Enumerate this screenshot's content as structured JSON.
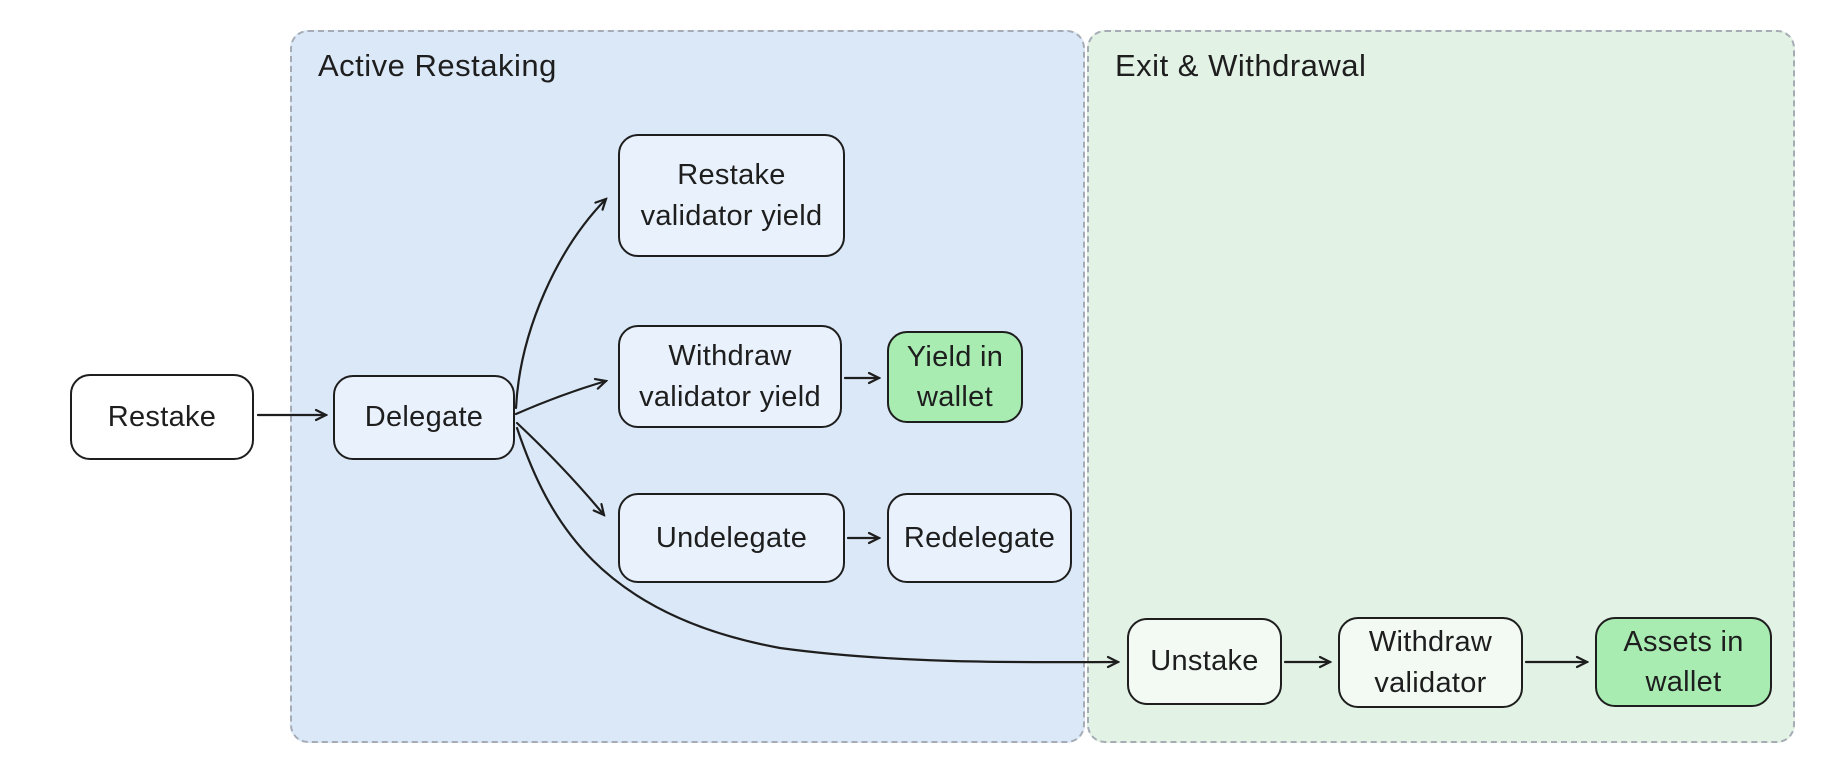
{
  "diagram": {
    "type": "flowchart",
    "regions": [
      {
        "id": "active-restaking",
        "label": "Active Restaking",
        "fill": "#dbe8f7",
        "border_style": "dashed",
        "border_color": "#a6acb5"
      },
      {
        "id": "exit-withdrawal",
        "label": "Exit & Withdrawal",
        "fill": "#e2f2e5",
        "border_style": "dashed",
        "border_color": "#a6acb5"
      }
    ],
    "nodes": {
      "restake": {
        "lines": [
          "Restake"
        ],
        "fill": "#ffffff",
        "region": null
      },
      "delegate": {
        "lines": [
          "Delegate"
        ],
        "fill": "#e9f2fc",
        "region": "active-restaking"
      },
      "restake_validator_yield": {
        "lines": [
          "Restake",
          "validator yield"
        ],
        "fill": "#e9f2fc",
        "region": "active-restaking"
      },
      "withdraw_validator_yield": {
        "lines": [
          "Withdraw",
          "validator yield"
        ],
        "fill": "#e9f2fc",
        "region": "active-restaking"
      },
      "yield_in_wallet": {
        "lines": [
          "Yield in",
          "wallet"
        ],
        "fill": "#a8ecb2",
        "region": "active-restaking"
      },
      "undelegate": {
        "lines": [
          "Undelegate"
        ],
        "fill": "#e9f2fc",
        "region": "active-restaking"
      },
      "redelegate": {
        "lines": [
          "Redelegate"
        ],
        "fill": "#e9f2fc",
        "region": "active-restaking"
      },
      "unstake": {
        "lines": [
          "Unstake"
        ],
        "fill": "#f2faf3",
        "region": "exit-withdrawal"
      },
      "withdraw_validator": {
        "lines": [
          "Withdraw",
          "validator"
        ],
        "fill": "#f2faf3",
        "region": "exit-withdrawal"
      },
      "assets_in_wallet": {
        "lines": [
          "Assets in",
          "wallet"
        ],
        "fill": "#a8ecb2",
        "region": "exit-withdrawal"
      }
    },
    "edges": [
      {
        "from": "restake",
        "to": "delegate"
      },
      {
        "from": "delegate",
        "to": "restake_validator_yield"
      },
      {
        "from": "delegate",
        "to": "withdraw_validator_yield"
      },
      {
        "from": "delegate",
        "to": "undelegate"
      },
      {
        "from": "delegate",
        "to": "unstake"
      },
      {
        "from": "withdraw_validator_yield",
        "to": "yield_in_wallet"
      },
      {
        "from": "undelegate",
        "to": "redelegate"
      },
      {
        "from": "unstake",
        "to": "withdraw_validator"
      },
      {
        "from": "withdraw_validator",
        "to": "assets_in_wallet"
      }
    ],
    "palette": {
      "stroke": "#1e1e1e",
      "text": "#1e1e1e",
      "region_blue": "#dbe8f7",
      "region_green": "#e2f2e5",
      "node_blue": "#e9f2fc",
      "node_green": "#a8ecb2",
      "node_green_soft": "#f2faf3",
      "node_white": "#ffffff",
      "dashed_border": "#a6acb5"
    }
  }
}
